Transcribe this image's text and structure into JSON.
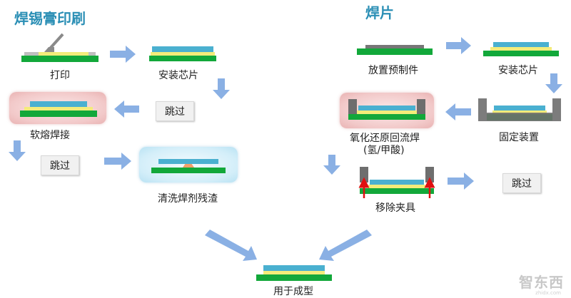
{
  "titles": {
    "left": "焊锡膏印刷",
    "right": "焊片"
  },
  "left_steps": {
    "print": "打印",
    "mount_chip": "安装芯片",
    "reflow": "软熔焊接",
    "clean": "清洗焊剂残渣"
  },
  "right_steps": {
    "place_preform": "放置预制件",
    "mount_chip": "安装芯片",
    "fixture": "固定装置",
    "reduction_reflow_1": "氧化还原回流焊",
    "reduction_reflow_2": "(氢/甲酸)",
    "remove_fixture": "移除夹具"
  },
  "skip_label": "跳过",
  "final_step": "用于成型",
  "watermark": {
    "text": "智东西",
    "sub": "zhidx.com"
  },
  "colors": {
    "substrate": "#12a83a",
    "chip": "#4ab0d0",
    "solder": "#f3ec7a",
    "preform": "#777777",
    "fixture": "#6e6e6e",
    "arrow": "#8ab0e4",
    "force_arrow": "#e01010",
    "title": "#2b8fb5"
  }
}
